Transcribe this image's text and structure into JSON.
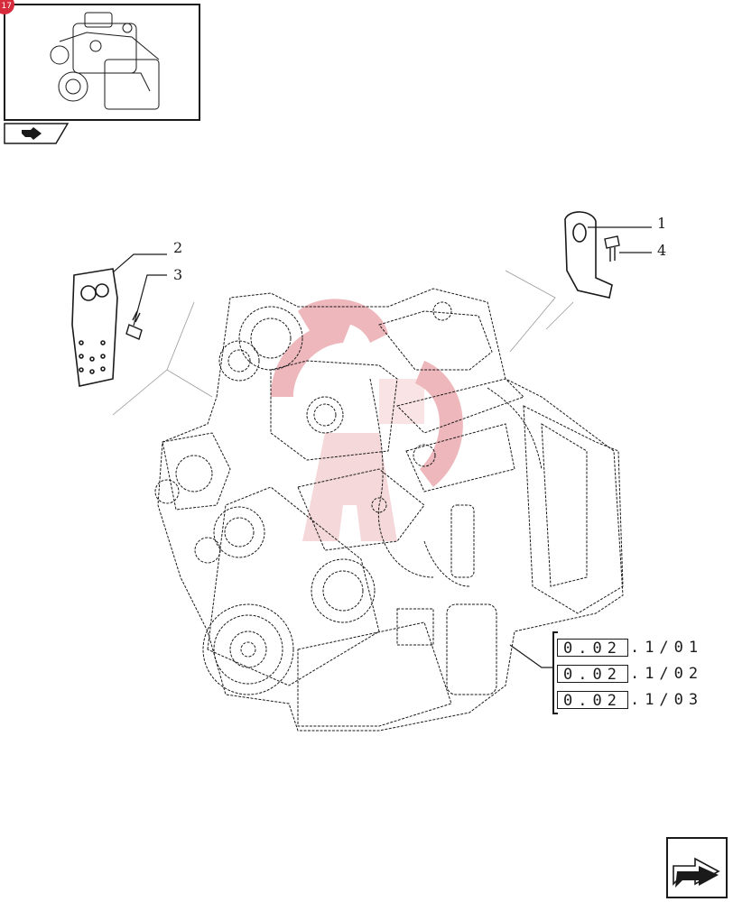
{
  "callouts": [
    {
      "id": "1",
      "label": "1"
    },
    {
      "id": "2",
      "label": "2"
    },
    {
      "id": "3",
      "label": "3"
    },
    {
      "id": "4",
      "label": "4"
    }
  ],
  "references": [
    {
      "code": "0.02",
      "suffix": ".1/01"
    },
    {
      "code": "0.02",
      "suffix": ".1/02"
    },
    {
      "code": "0.02",
      "suffix": ".1/03"
    }
  ],
  "colors": {
    "line": "#1a1a1a",
    "watermark": "#e8a0a6",
    "corner_badge": "#d62b3b"
  },
  "icons": {
    "thumbnail": "engine-thumbnail-icon",
    "tab": "arrow-tab-icon",
    "nav": "next-page-arrow-icon",
    "watermark": "brand-watermark-icon"
  }
}
